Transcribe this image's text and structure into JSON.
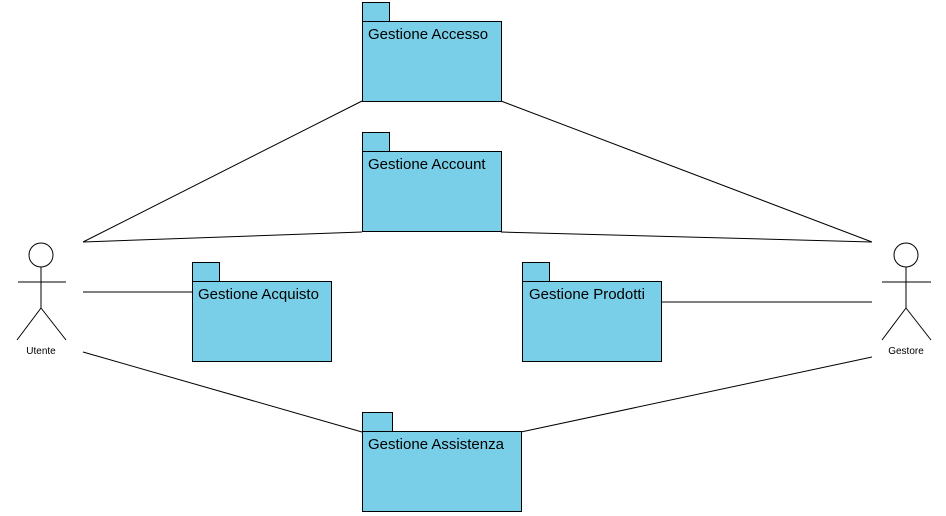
{
  "diagram": {
    "package_color": "#7acfe8",
    "line_color": "#000000",
    "actors": [
      {
        "id": "utente",
        "label": "Utente"
      },
      {
        "id": "gestore",
        "label": "Gestore"
      }
    ],
    "packages": [
      {
        "id": "accesso",
        "label": "Gestione Accesso"
      },
      {
        "id": "account",
        "label": "Gestione Account"
      },
      {
        "id": "acquisto",
        "label": "Gestione Acquisto"
      },
      {
        "id": "prodotti",
        "label": "Gestione Prodotti"
      },
      {
        "id": "assistenza",
        "label": "Gestione Assistenza"
      }
    ],
    "associations": [
      {
        "from": "utente",
        "to": "accesso"
      },
      {
        "from": "utente",
        "to": "account"
      },
      {
        "from": "utente",
        "to": "acquisto"
      },
      {
        "from": "utente",
        "to": "assistenza"
      },
      {
        "from": "gestore",
        "to": "accesso"
      },
      {
        "from": "gestore",
        "to": "account"
      },
      {
        "from": "gestore",
        "to": "prodotti"
      },
      {
        "from": "gestore",
        "to": "assistenza"
      }
    ]
  }
}
